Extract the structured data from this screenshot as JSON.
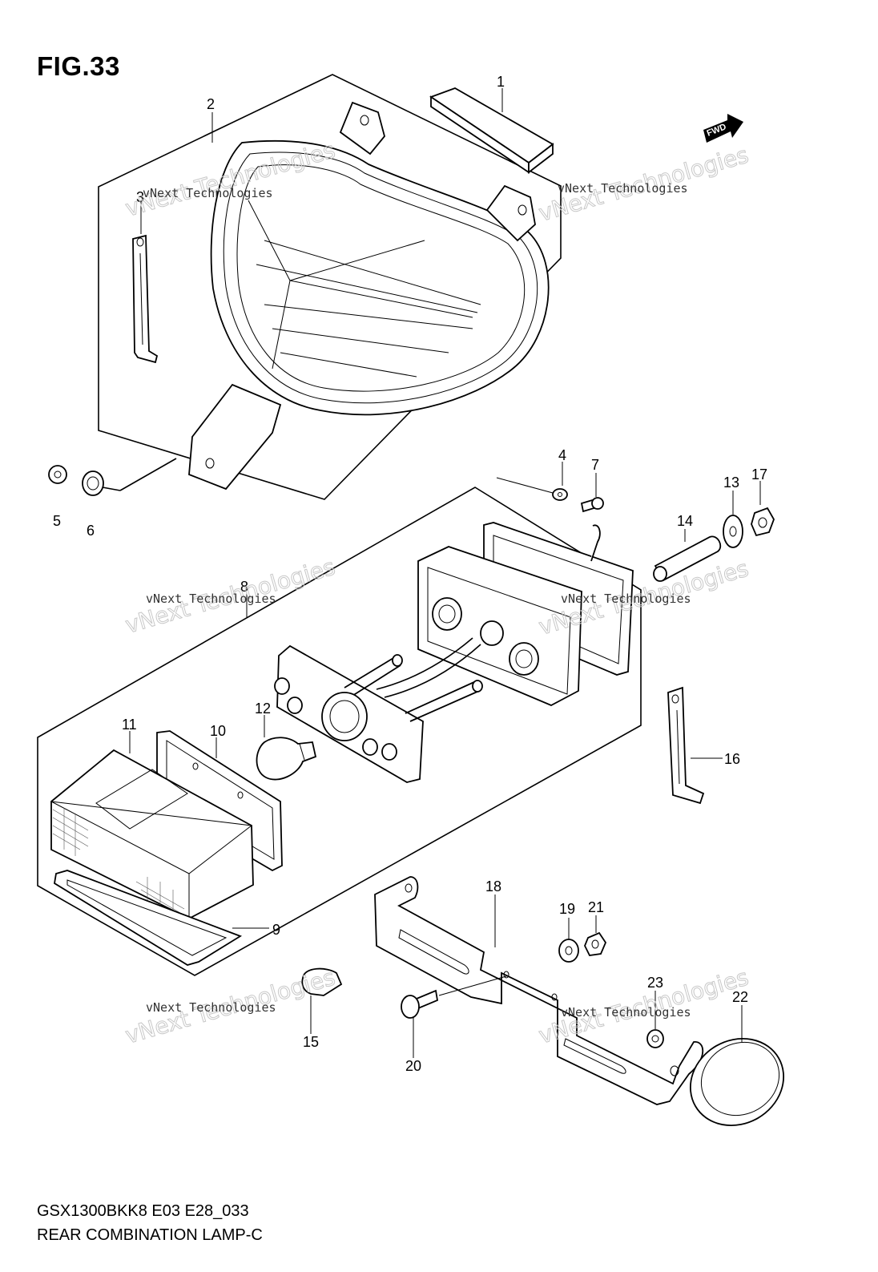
{
  "figure": {
    "title": "FIG.33",
    "model_code": "GSX1300BKK8 E03 E28_033",
    "section_name": "REAR COMBINATION LAMP-C",
    "direction_tag": "FWD"
  },
  "callouts": [
    "1",
    "2",
    "3",
    "4",
    "5",
    "6",
    "7",
    "8",
    "9",
    "10",
    "11",
    "12",
    "13",
    "14",
    "15",
    "16",
    "17",
    "18",
    "19",
    "20",
    "21",
    "22",
    "23"
  ],
  "watermark": {
    "small_text": "vNext Technologies",
    "large_text": "vNext Technologies"
  }
}
